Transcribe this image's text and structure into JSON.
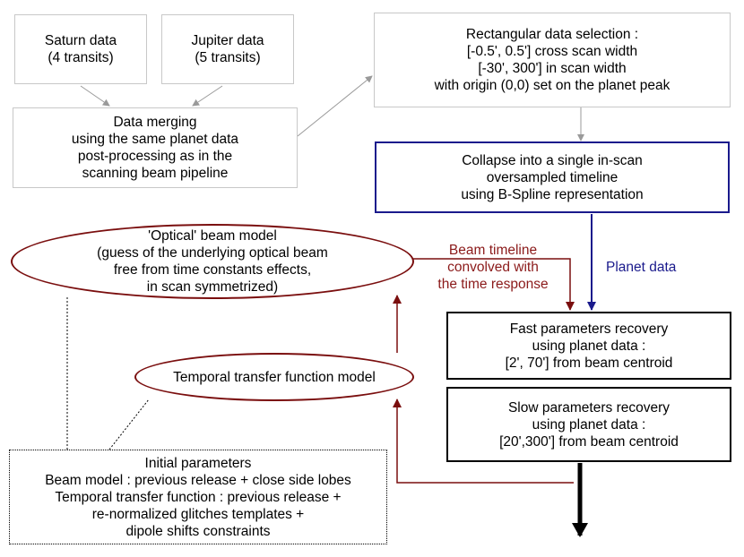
{
  "saturn": [
    "Saturn data",
    "(4 transits)"
  ],
  "jupiter": [
    "Jupiter data",
    "(5 transits)"
  ],
  "merging": [
    "Data merging",
    "using the same planet data",
    "post-processing as in the",
    "scanning beam pipeline"
  ],
  "rect_selection": [
    "Rectangular data selection :",
    "[-0.5', 0.5'] cross scan width",
    "[-30', 300'] in scan width",
    "with origin (0,0) set on the planet peak"
  ],
  "collapse": [
    "Collapse into a single in-scan",
    "oversampled timeline",
    "using B-Spline representation"
  ],
  "optical_model": [
    "'Optical' beam model",
    "(guess of the underlying optical beam",
    "free from time constants effects,",
    "in scan symmetrized)"
  ],
  "beam_timeline_label": [
    "Beam timeline",
    "convolved with",
    "the time response"
  ],
  "planet_data_label": "Planet data",
  "fast_params": [
    "Fast parameters recovery",
    "using planet data :",
    "[2', 70'] from beam centroid"
  ],
  "temporal_model": "Temporal transfer function model",
  "slow_params": [
    "Slow parameters recovery",
    "using planet data :",
    "[20',300'] from beam centroid"
  ],
  "initial_params": [
    "Initial parameters",
    "Beam model : previous release + close side lobes",
    "Temporal transfer function : previous release +",
    "re-normalized glitches templates +",
    "dipole shifts constraints"
  ],
  "colors": {
    "gray_line": "#9a9a9a",
    "dark_red": "#7a0e0e",
    "navy": "#1a1a8c",
    "black": "#000000"
  }
}
